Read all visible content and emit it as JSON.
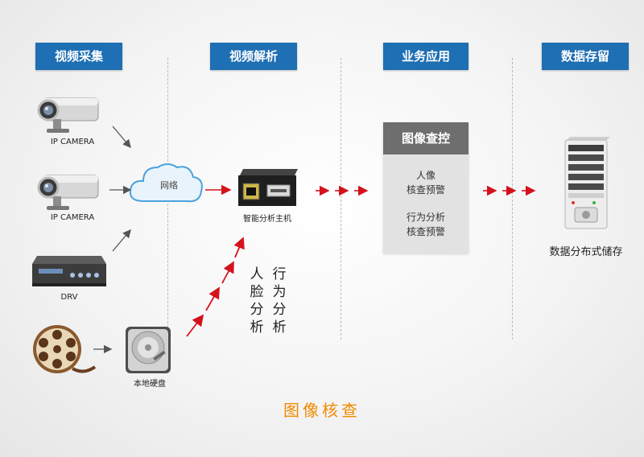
{
  "stages": [
    {
      "label": "视频采集"
    },
    {
      "label": "视频解析"
    },
    {
      "label": "业务应用"
    },
    {
      "label": "数据存留"
    }
  ],
  "sources": {
    "camera1": "IP CAMERA",
    "camera2": "IP CAMERA",
    "dvr": "DRV",
    "disk": "本地硬盘"
  },
  "cloud_label": "网络",
  "analyzer_label": "智能分析主机",
  "vertical_labels": {
    "face": "人脸分析",
    "behavior": "行为分析"
  },
  "panel": {
    "title": "图像查控",
    "group1": [
      "人像",
      "核查预警"
    ],
    "group2": [
      "行为分析",
      "核查预警"
    ]
  },
  "storage_label": "数据分布式储存",
  "footer_title": "图像核查",
  "colors": {
    "header_blue": "#1e6fb3",
    "arrow_red": "#d4121c",
    "footer_orange": "#f08a00",
    "panel_gray": "#6e6e6e"
  }
}
